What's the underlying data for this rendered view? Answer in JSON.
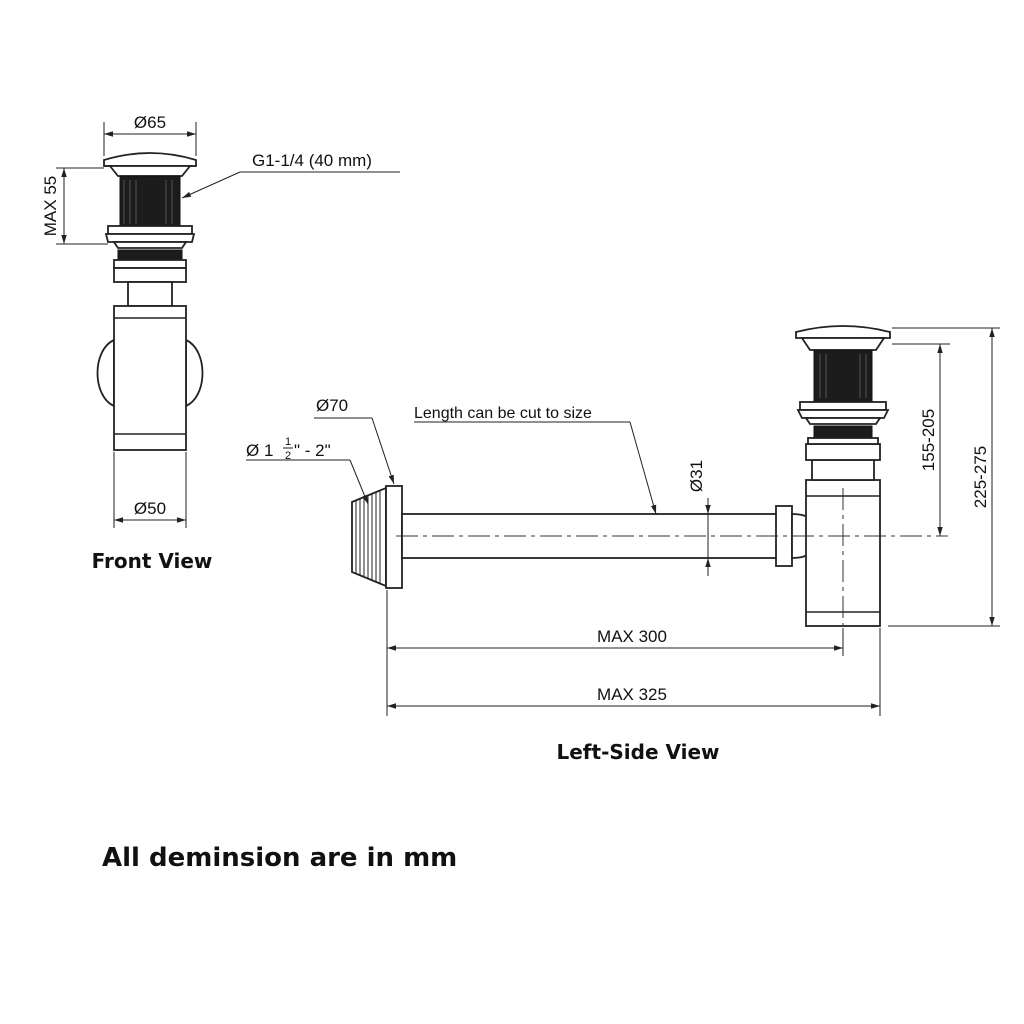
{
  "front_view": {
    "caption": "Front View",
    "dim_top_width": "Ø65",
    "dim_height": "MAX 55",
    "dim_thread": "G1-1/4 (40 mm)",
    "dim_bottom_width": "Ø50"
  },
  "side_view": {
    "caption": "Left-Side View",
    "dim_flange": "Ø70",
    "dim_connection_prefix": "Ø 1",
    "dim_connection_frac_num": "1",
    "dim_connection_frac_den": "2",
    "dim_connection_suffix": "\" - 2\"",
    "note_cut": "Length can be cut to size",
    "dim_pipe": "Ø31",
    "dim_height_range_1": "155-205",
    "dim_height_range_2": "225-275",
    "dim_max_300": "MAX 300",
    "dim_max_325": "MAX 325"
  },
  "footer": {
    "units_note": "All deminsion are in mm"
  }
}
